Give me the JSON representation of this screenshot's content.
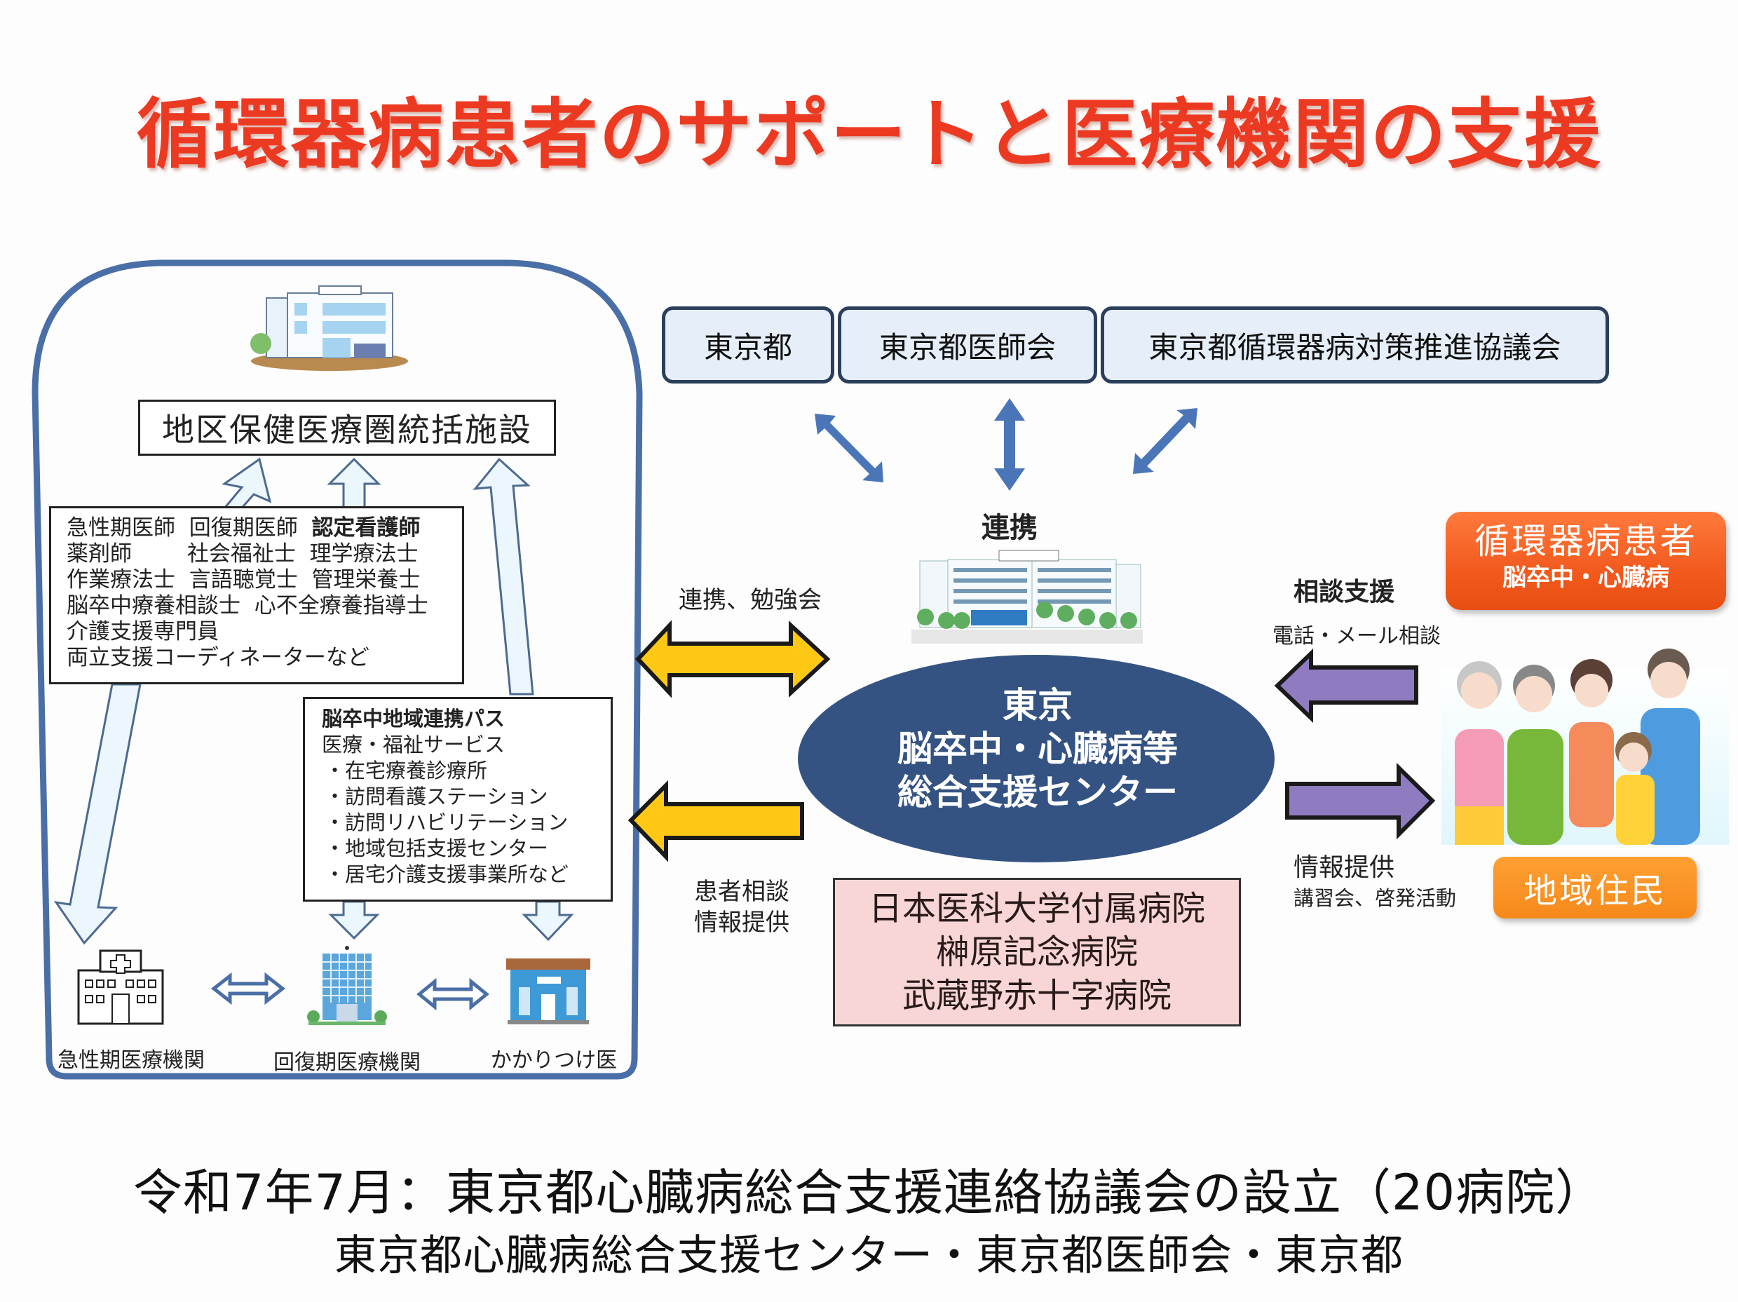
{
  "title": "循環器病患者のサポートと医療機関の支援",
  "left_panel": {
    "facility_label": "地区保健医療圏統括施設",
    "staff": {
      "rows": [
        [
          "急性期医師",
          "回復期医師",
          "認定看護師"
        ],
        [
          "薬剤師",
          "社会福祉士",
          "理学療法士"
        ],
        [
          "作業療法士",
          "言語聴覚士",
          "管理栄養士"
        ],
        [
          "脳卒中療養相談士",
          "心不全療養指導士"
        ],
        [
          "介護支援専門員"
        ],
        [
          "両立支援コーディネーターなど"
        ]
      ],
      "bold_item": "認定看護師"
    },
    "pathway": {
      "title": "脳卒中地域連携パス",
      "subtitle": "医療・福祉サービス",
      "items": [
        "・在宅療養診療所",
        "・訪問看護ステーション",
        "・訪問リハビリテーション",
        "・地域包括支援センター",
        "・居宅介護支援事業所など"
      ]
    },
    "facilities": [
      {
        "label": "急性期医療機関",
        "icon": "hospital-cross-icon"
      },
      {
        "label": "回復期医療機関",
        "icon": "tall-building-icon"
      },
      {
        "label": "かかりつけ医",
        "icon": "clinic-icon"
      }
    ]
  },
  "organizations": [
    "東京都",
    "東京都医師会",
    "東京都循環器病対策推進協議会"
  ],
  "renkei_label": "連携",
  "center": {
    "lines": [
      "東京",
      "脳卒中・心臓病等",
      "総合支援センター"
    ]
  },
  "left_arrows": {
    "top_label": "連携、勉強会",
    "bottom_label_lines": [
      "患者相談",
      "情報提供"
    ]
  },
  "hospitals": [
    "日本医科大学付属病院",
    "榊原記念病院",
    "武蔵野赤十字病院"
  ],
  "right_side": {
    "consult_title": "相談支援",
    "consult_sub": "電話・メール相談",
    "info_title": "情報提供",
    "info_sub": "講習会、啓発活動",
    "patient_box": {
      "line1": "循環器病患者",
      "line2": "脳卒中・心臓病"
    },
    "resident_box": "地域住民"
  },
  "footer": {
    "line1": "令和7年7月：東京都心臓病総合支援連絡協議会の設立（20病院）",
    "line2": "東京都心臓病総合支援センター・東京都医師会・東京都"
  },
  "colors": {
    "title": "#ec3a22",
    "container_border": "#4a6ea6",
    "center_ellipse": "#345382",
    "yellow_arrow": "#ffc814",
    "purple_arrow": "#8f7cc0",
    "patient_box": "#f25a1e",
    "resident_box": "#f5891a",
    "hospital_box": "#f8d6d6"
  }
}
